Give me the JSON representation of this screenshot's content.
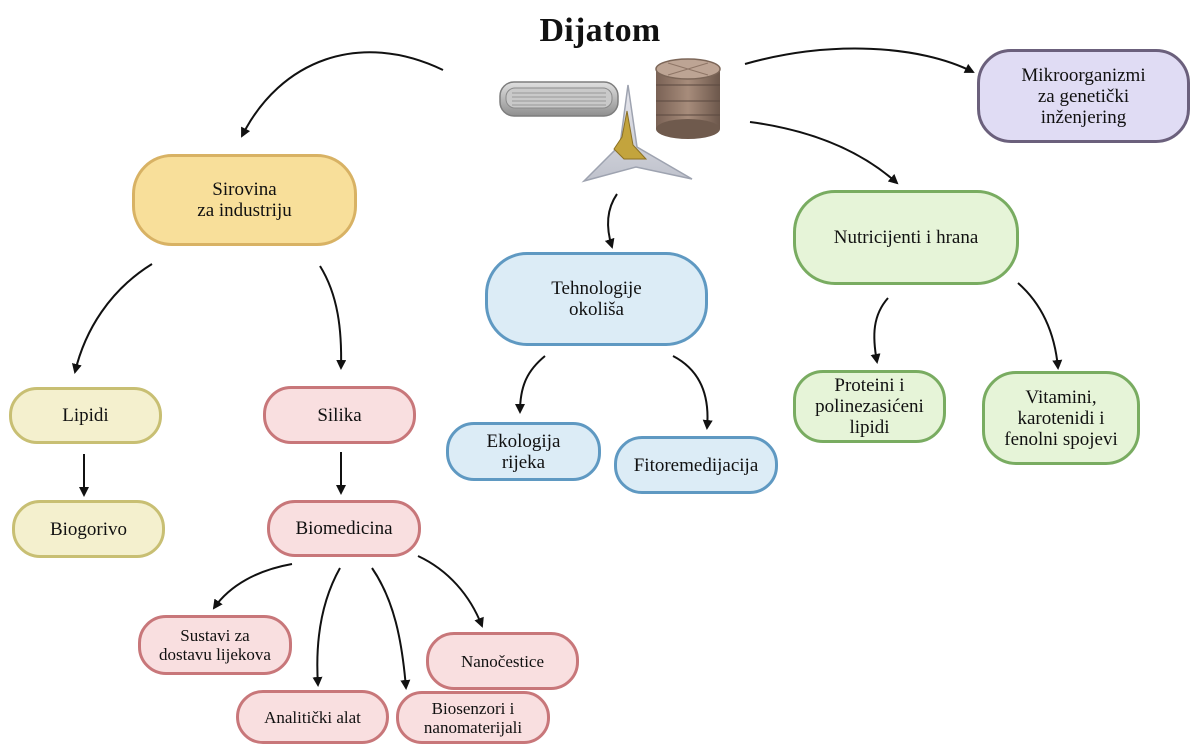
{
  "title": "Dijatom",
  "nodes": {
    "sirovina": "Sirovina\nza industriju",
    "lipidi": "Lipidi",
    "biogorivo": "Biogorivo",
    "silika": "Silika",
    "biomedicina": "Biomedicina",
    "sustavi": "Sustavi za\ndostavu lijekova",
    "analiticki": "Analitički alat",
    "biosenzori": "Biosenzori i\nnanomaterijali",
    "nanocestice": "Nanočestice",
    "tehnologije": "Tehnologije\nokoliša",
    "ekologija": "Ekologija\nrijeka",
    "fitoremedijacija": "Fitoremedijacija",
    "nutricijenti": "Nutricijenti i hrana",
    "proteini": "Proteini i\npolinezasićeni\nlipidi",
    "vitamini": "Vitamini,\nkarotenidi i\nfenolni spojevi",
    "mikroorganizmi": "Mikroorganizmi\nza genetički\ninženjering"
  },
  "colors": {
    "yellow_fill": "#f8df9a",
    "cream_fill": "#f4f0ce",
    "pink_fill": "#f9dfe0",
    "blue_fill": "#dcecf6",
    "green_fill": "#e6f4d8",
    "purple_fill": "#e0dcf4"
  },
  "icons": {
    "diatoms": "diatom-illustration"
  }
}
